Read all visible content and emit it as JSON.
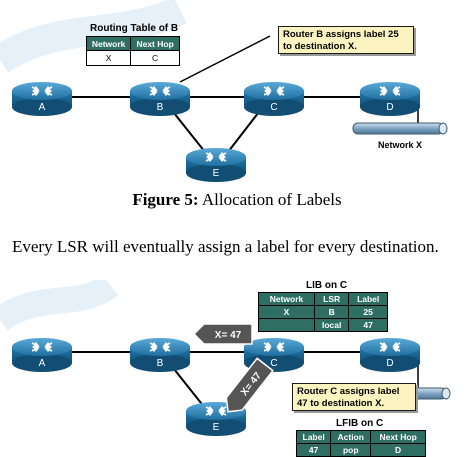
{
  "top_diagram": {
    "table_caption": "Routing Table of B",
    "table_headers": [
      "Network",
      "Next Hop"
    ],
    "table_row": [
      "X",
      "C"
    ],
    "callout": "Router B assigns label 25 to destination X.",
    "routers": [
      "A",
      "B",
      "C",
      "D",
      "E"
    ],
    "network_label": "Network X"
  },
  "figure_caption": {
    "prefix": "Figure 5:",
    "text": " Allocation of Labels"
  },
  "paragraph": "Every LSR will eventually assign a label for every destination.",
  "bottom_diagram": {
    "lib_caption": "LIB on C",
    "lib_headers": [
      "Network",
      "LSR",
      "Label"
    ],
    "lib_rows": [
      [
        "X",
        "B",
        "25"
      ],
      [
        "",
        "local",
        "47"
      ]
    ],
    "message_horizontal": "X= 47",
    "message_diagonal": "X= 47",
    "callout": "Router C assigns label 47 to destination X.",
    "routers": [
      "A",
      "B",
      "C",
      "D",
      "E"
    ],
    "lfib_caption": "LFIB on C",
    "lfib_headers": [
      "Label",
      "Action",
      "Next Hop"
    ],
    "lfib_row": [
      "47",
      "pop",
      "D"
    ]
  },
  "colors": {
    "router": "#1f7ab0",
    "table_header": "#2f6f63",
    "callout_bg": "#fbf4c0"
  }
}
